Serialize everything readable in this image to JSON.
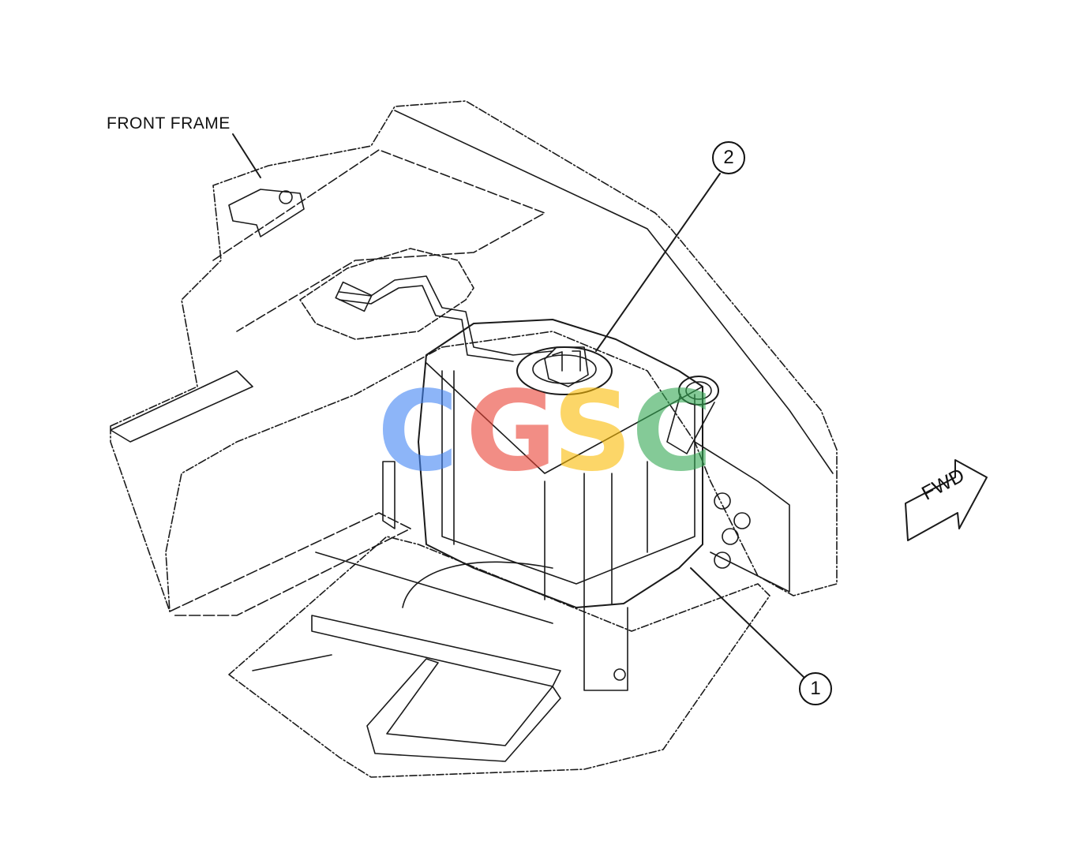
{
  "labels": {
    "front_frame": "FRONT FRAME",
    "callout_1": "1",
    "callout_2": "2",
    "direction": "FWD"
  },
  "watermark": {
    "letters": [
      "C",
      "G",
      "S",
      "C"
    ],
    "colors": [
      "#4285F4",
      "#EA4335",
      "#FBBC05",
      "#34A853"
    ]
  },
  "line_color": "#111111"
}
